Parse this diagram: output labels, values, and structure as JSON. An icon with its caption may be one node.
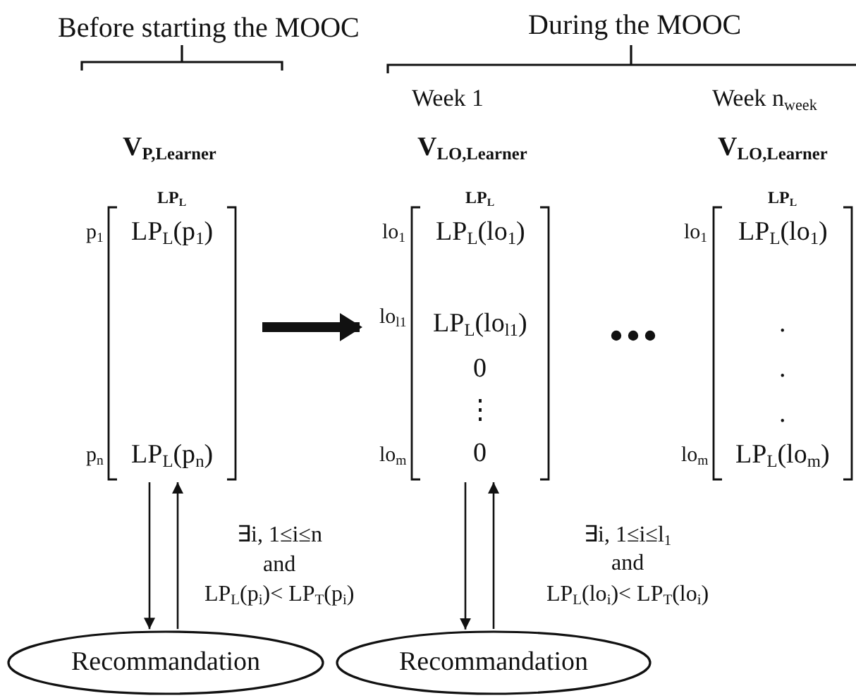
{
  "diagram": {
    "nodes": [
      {
        "text": [
          "LP$_{L}$",
          "LP$_{L}$(p$_{1}$)",
          "LP$_{L}$(p$_{n}$)"
        ],
        "beside": [
          "V$_{P,Learner}$",
          "p$_{1}$",
          "p$_{n}$"
        ]
      },
      {
        "text": [
          "LP$_{L}$",
          "LP$_{L}$(lo$_{1}$)",
          "LP$_{L}$(lo$_{l1}$)",
          "0",
          "⋮",
          "0"
        ],
        "beside": [
          "Week 1",
          "V$_{LO,Learner}$",
          "lo$_{1}$",
          "lo$_{l1}$",
          "lo$_{m}$"
        ]
      },
      {
        "text": [
          "LP$_{L}$",
          "LP$_{L}$(lo$_{1}$)",
          ".",
          ".",
          ".",
          "LP$_{L}$(lo$_{m}$)"
        ],
        "beside": [
          "Week n$_{week}$",
          "V$_{LO,Learner}$",
          "lo$_{1}$",
          "lo$_{m}$"
        ]
      },
      {
        "text": [
          "Recommandation"
        ]
      },
      {
        "text": [
          "Recommandation"
        ]
      }
    ],
    "edges": [
      {
        "from": 0,
        "to": 1,
        "arrow": "to",
        "style": "thick"
      },
      {
        "from": 0,
        "to": 3,
        "arrow": "to"
      },
      {
        "from": 3,
        "to": 0,
        "arrow": "to"
      },
      {
        "from": 1,
        "to": 4,
        "arrow": "to"
      },
      {
        "from": 4,
        "to": 1,
        "arrow": "to"
      }
    ],
    "labels": [
      "Before starting the MOOC",
      "During the MOOC",
      "∃i, 1≤i≤n",
      "and",
      "LP$_{L}$(p$_{i}$)< LP$_{T}$(p$_{i}$)",
      "∃i, 1≤i≤l$_{1}$",
      "and",
      "LP$_{L}$(lo$_{i}$)< LP$_{T}$(lo$_{i}$)"
    ]
  }
}
